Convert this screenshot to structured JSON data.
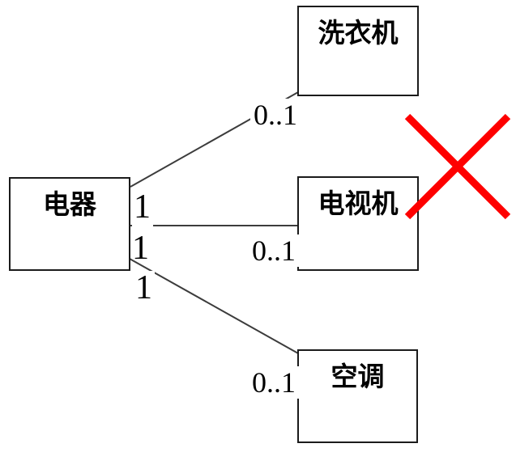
{
  "diagram": {
    "type": "uml-association-diagram",
    "nodes": [
      {
        "id": "appliance",
        "label": "电器"
      },
      {
        "id": "washing-machine",
        "label": "洗衣机"
      },
      {
        "id": "television",
        "label": "电视机"
      },
      {
        "id": "air-conditioner",
        "label": "空调"
      }
    ],
    "associations": [
      {
        "from": "电器",
        "to": "洗衣机",
        "source_multiplicity": "1",
        "target_multiplicity": "0..1"
      },
      {
        "from": "电器",
        "to": "电视机",
        "source_multiplicity": "1",
        "target_multiplicity": "0..1"
      },
      {
        "from": "电器",
        "to": "空调",
        "source_multiplicity": "1",
        "target_multiplicity": "0..1"
      }
    ],
    "annotations": [
      {
        "type": "rejection-cross-mark",
        "over": "电视机",
        "color": "#fe0000"
      }
    ],
    "colors": {
      "background": "#ffffff",
      "box_border": "#1b1b1b",
      "line": "#3c3c3c",
      "text": "#000000",
      "cross": "#fe0000"
    }
  }
}
